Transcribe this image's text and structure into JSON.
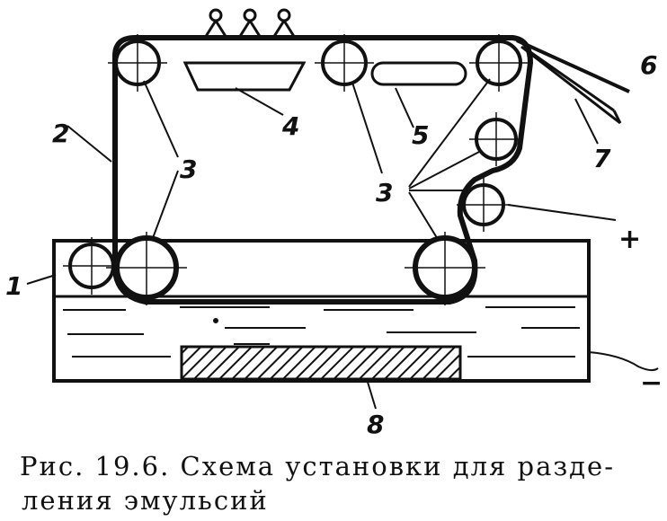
{
  "labels": {
    "l1": "1",
    "l2": "2",
    "l3a": "3",
    "l3b": "3",
    "l4": "4",
    "l5": "5",
    "l6": "6",
    "l7": "7",
    "l8": "8",
    "plus": "+",
    "minus": "−"
  },
  "caption": {
    "line1": "Рис. 19.6. Схема установки для разде-",
    "line2": "ления эмульсий"
  }
}
